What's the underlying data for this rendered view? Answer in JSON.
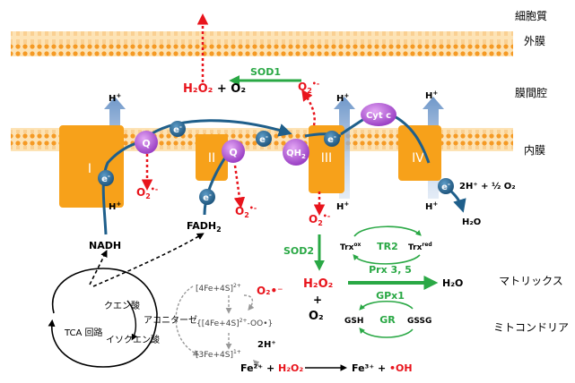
{
  "labels": {
    "cytoplasm": "細胞質",
    "outer_membrane": "外膜",
    "intermembrane_space": "膜間腔",
    "inner_membrane": "内膜",
    "matrix": "マトリックス",
    "mitochondria": "ミトコンドリア"
  },
  "complexes": {
    "c1": "I",
    "c2": "II",
    "c3": "III",
    "c4": "IV"
  },
  "carriers": {
    "q1": "Q",
    "q2": "Q",
    "qh2": "QH",
    "qh2_sub": "2",
    "cytc": "Cyt c",
    "electron": "e",
    "electron_sup": "-"
  },
  "species": {
    "h_plus": "H",
    "plus": "+",
    "o2_radical_base": "O",
    "o2_radical_sub": "2",
    "o2_radical_sup": "•-",
    "nadh": "NADH",
    "fadh2": "FADH",
    "fadh2_sub": "2",
    "o2_reduction": "2H⁺ + ½ O₂",
    "h2o_out": "H₂O",
    "sod1": "SOD1",
    "sod2": "SOD2",
    "h2o2_top": "H₂O₂",
    "plus_o2_top": "+ O₂",
    "h2o2_matrix": "H₂O₂",
    "plus_sign": "+",
    "o2_matrix": "O₂",
    "h2o_matrix": "H₂O",
    "tr2": "TR2",
    "trx_ox": "Trx",
    "trx_ox_sup": "ox",
    "trx_red": "Trx",
    "trx_red_sup": "red",
    "prx": "Prx 3, 5",
    "gpx1": "GPx1",
    "gsh": "GSH",
    "gr": "GR",
    "gssg": "GSSG"
  },
  "tca": {
    "cycle": "TCA 回路",
    "citrate": "クエン酸",
    "isocitrate": "イソクエン酸",
    "aconitase": "アコニターゼ",
    "fe4s4": "[4Fe+4S]",
    "fe4s4_sup": "2+",
    "fe4s4_oo": "{[4Fe+4S]",
    "fe4s4_oo_sup": "2+",
    "fe4s4_oo_tail": "-OO•}",
    "fe3s4": "[3Fe+4S]",
    "fe3s4_sup": "1+",
    "o2_radical": "O₂•⁻",
    "two_h": "2H⁺",
    "fe2": "Fe²⁺ + ",
    "h2o2": "H₂O₂",
    "fe3": "Fe³⁺ + ",
    "oh": "•OH"
  },
  "colors": {
    "complex": "#f7a11a",
    "carrier": "#b05cd6",
    "electron": "#1f5f8b",
    "ros": "#e8141c",
    "enzyme": "#2aa845",
    "membrane": "#f9a531",
    "proton_arrow": "#8fb0d6"
  }
}
